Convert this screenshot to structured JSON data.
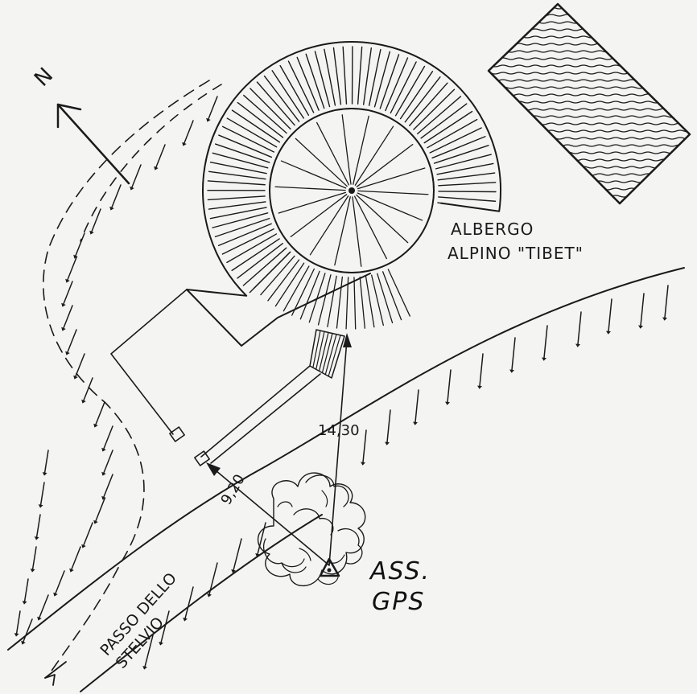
{
  "map": {
    "north_label": "N",
    "building_label_line1": "ALBERGO",
    "building_label_line2": "ALPINO \"TIBET\"",
    "road_label_line1": "PASSO DELLO",
    "road_label_line2": "STELVIO",
    "distance_1": "14,30",
    "distance_2": "9,20",
    "marker_label_line1": "ASS.",
    "marker_label_line2": "GPS",
    "colors": {
      "ink": "#1a1a1a",
      "paper": "#f4f4f2"
    }
  }
}
